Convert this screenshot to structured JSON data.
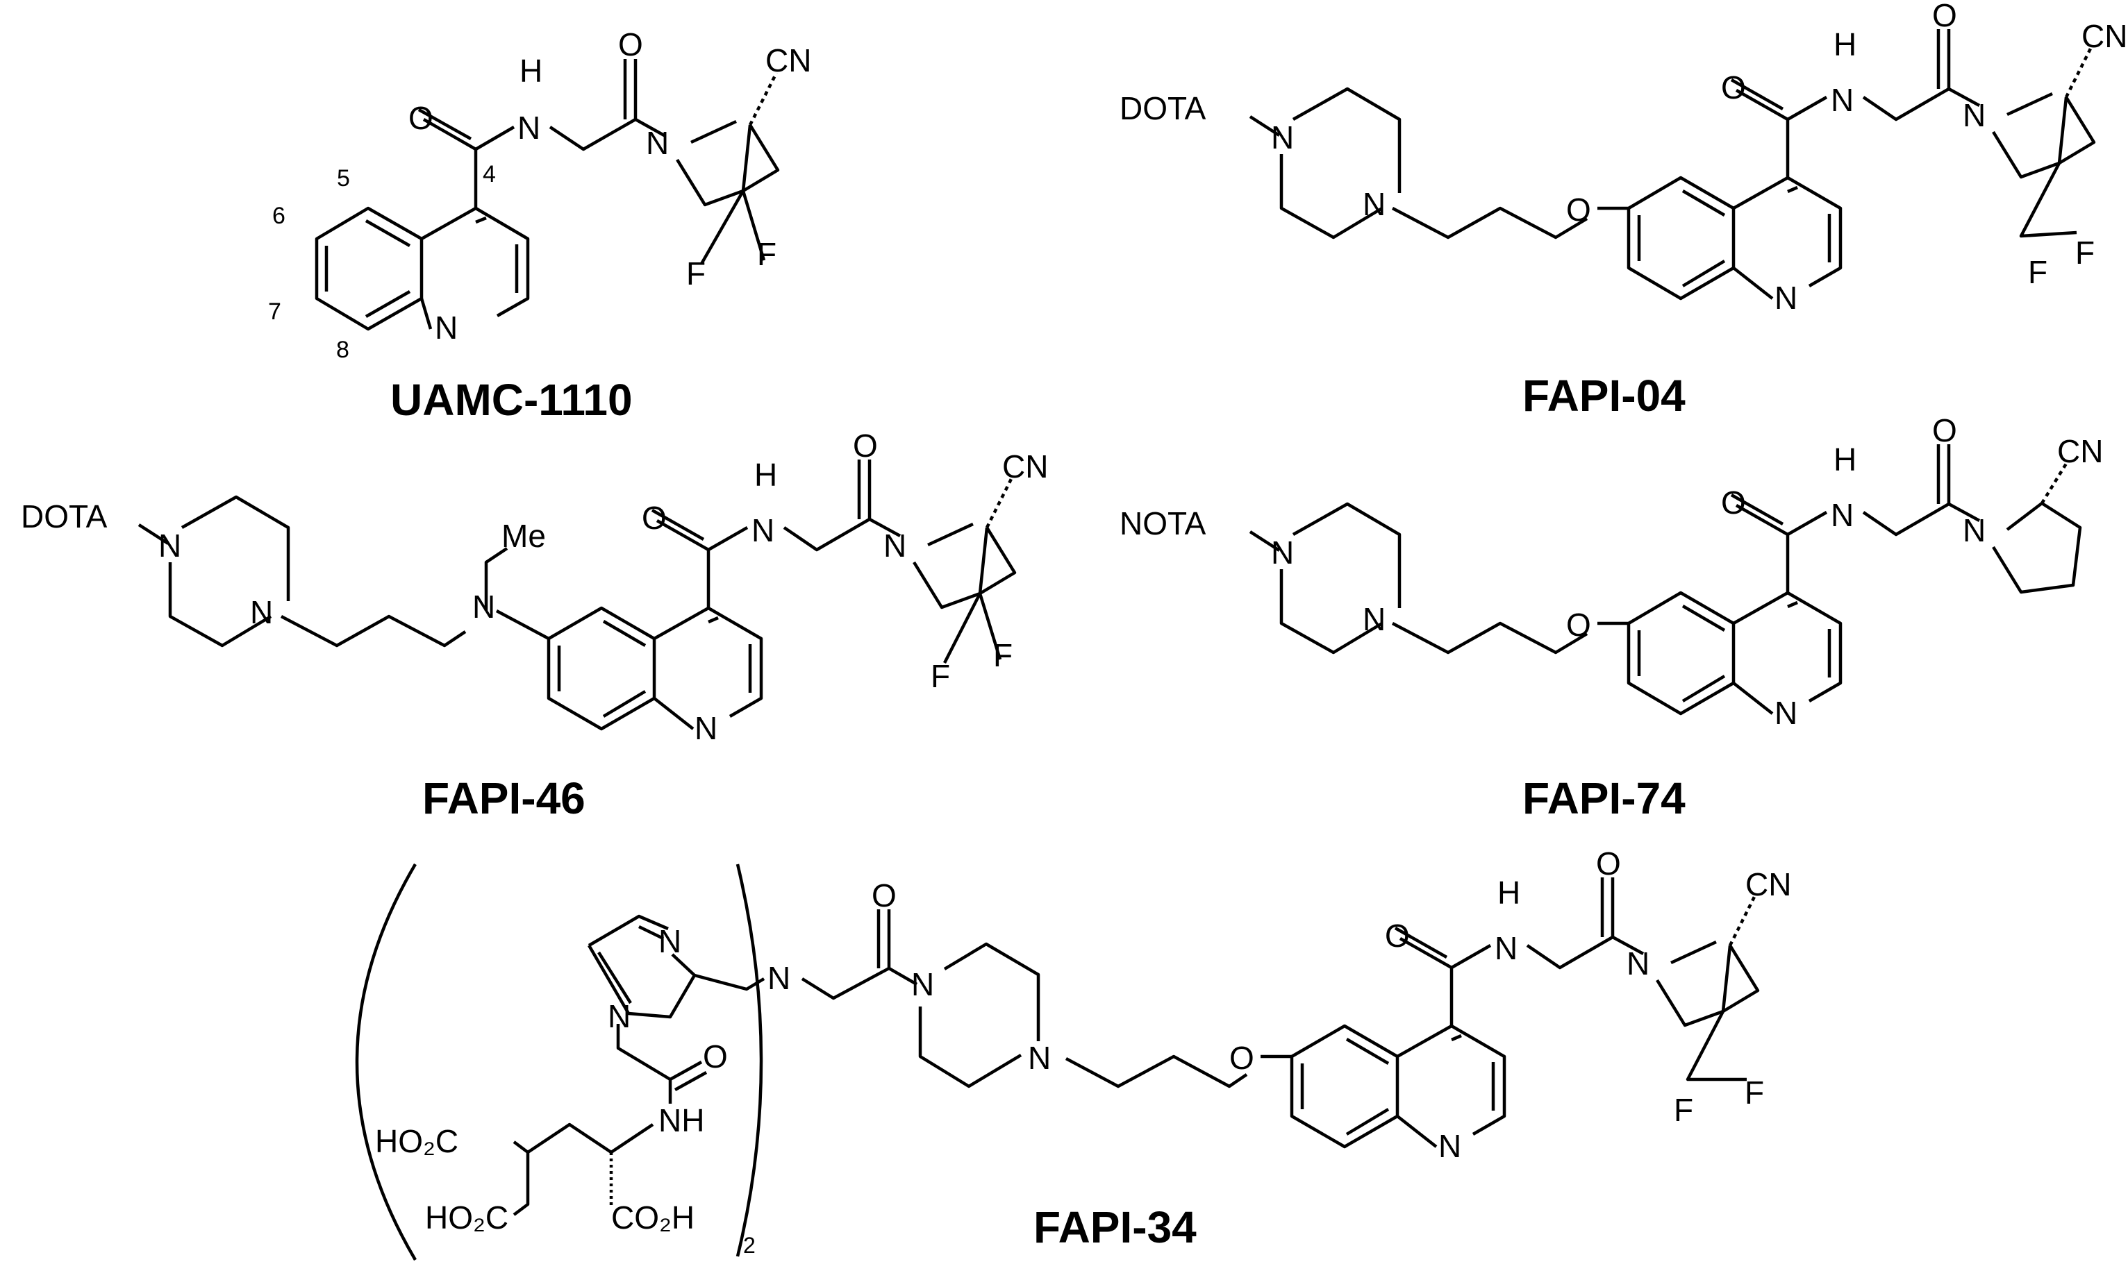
{
  "compounds": [
    {
      "name": "UAMC-1110"
    },
    {
      "name": "FAPI-04"
    },
    {
      "name": "FAPI-46"
    },
    {
      "name": "FAPI-74"
    },
    {
      "name": "FAPI-34"
    }
  ],
  "atoms": {
    "H": "H",
    "N": "N",
    "O": "O",
    "F": "F",
    "CN": "CN",
    "Me": "Me",
    "NH": "NH",
    "DOTA": "DOTA",
    "NOTA": "NOTA",
    "HO2C": "HO₂C",
    "CO2H": "CO₂H",
    "sub2": "2"
  },
  "ring_numbers": {
    "n4": "4",
    "n5": "5",
    "n6": "6",
    "n7": "7",
    "n8": "8"
  }
}
